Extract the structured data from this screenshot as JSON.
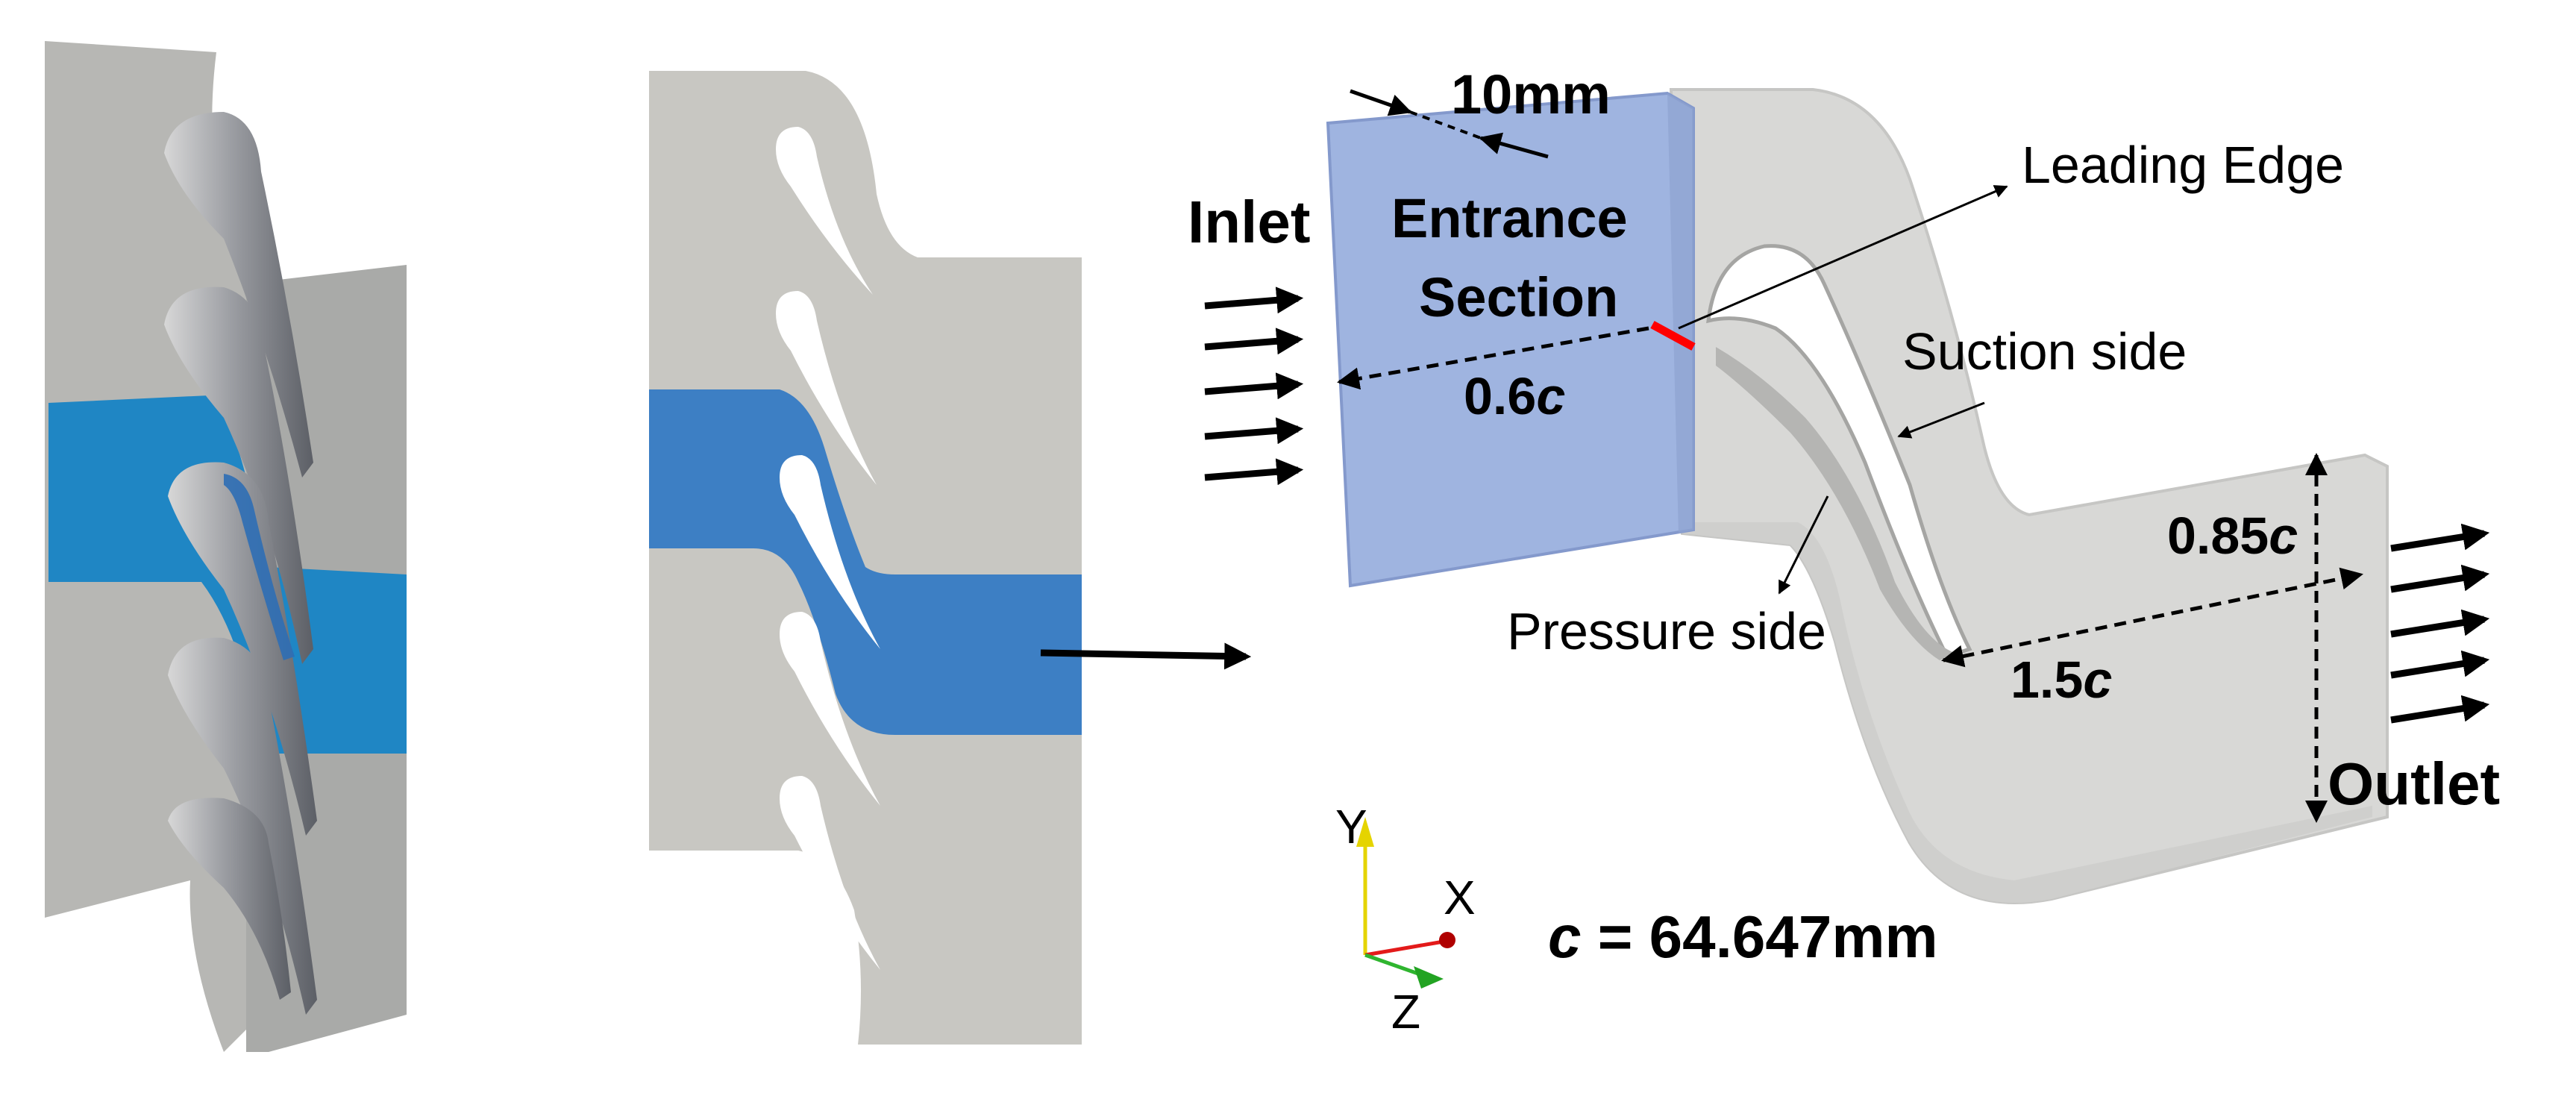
{
  "labels": {
    "thickness": "10mm",
    "inlet": "Inlet",
    "entrance_line1": "Entrance",
    "entrance_line2": "Section",
    "entrance_width_num": "0.6",
    "entrance_width_unit": "c",
    "leading_edge": "Leading Edge",
    "suction_side": "Suction side",
    "pressure_side": "Pressure side",
    "outlet_height_num": "0.85",
    "outlet_height_unit": "c",
    "outlet_length_num": "1.5",
    "outlet_length_unit": "c",
    "outlet": "Outlet",
    "chord_var": "c",
    "chord_value": " = 64.647mm"
  },
  "axes": {
    "y": "Y",
    "x": "X",
    "z": "Z"
  },
  "colors": {
    "blade_fill": "#c8c7c2",
    "blade_dark": "#6e7075",
    "passage_blue": "#1f86c4",
    "passage_blue_flat": "#3d7fc4",
    "entrance_blue": "#9fb4e0",
    "domain_grey": "#d8d8d6",
    "leading_edge_red": "#ff0000",
    "axis_y": "#e5d400",
    "axis_x": "#e31a1a",
    "axis_z": "#2fb52f"
  }
}
